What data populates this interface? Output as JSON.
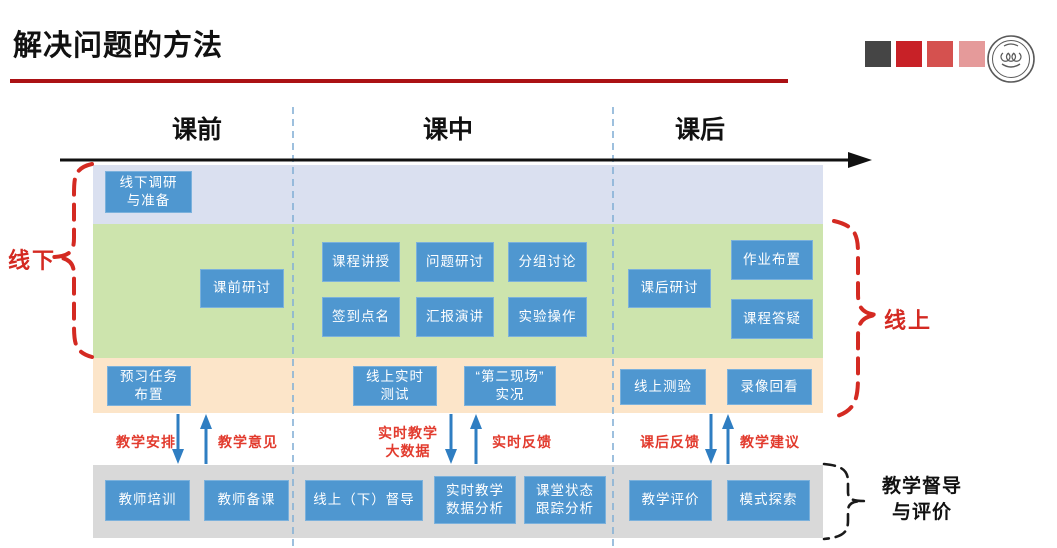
{
  "slide": {
    "title": "解决问题的方法",
    "decor_squares": [
      "#454545",
      "#c82127",
      "#d5514f",
      "#e59a9a"
    ],
    "logo_name": "university-seal"
  },
  "timeline": {
    "phases": [
      {
        "label": "课前"
      },
      {
        "label": "课中"
      },
      {
        "label": "课后"
      }
    ]
  },
  "row_labels": {
    "offline": "线下",
    "online": "线上",
    "supervision": "教学督导\n与评价"
  },
  "bands": {
    "prep": {
      "color": "#dae0f0",
      "boxes": [
        {
          "label": "线下调研\n与准备"
        }
      ]
    },
    "main": {
      "color": "#cde4ad",
      "boxes": [
        {
          "label": "课前研讨"
        },
        {
          "label": "课程讲授"
        },
        {
          "label": "问题研讨"
        },
        {
          "label": "分组讨论"
        },
        {
          "label": "签到点名"
        },
        {
          "label": "汇报演讲"
        },
        {
          "label": "实验操作"
        },
        {
          "label": "课后研讨"
        },
        {
          "label": "作业布置"
        },
        {
          "label": "课程答疑"
        }
      ]
    },
    "online": {
      "color": "#fce5c9",
      "boxes": [
        {
          "label": "预习任务\n布置"
        },
        {
          "label": "线上实时\n测试"
        },
        {
          "label": "“第二现场”\n实况"
        },
        {
          "label": "线上测验"
        },
        {
          "label": "录像回看"
        }
      ]
    },
    "supervision": {
      "color": "#d9d9d9",
      "boxes": [
        {
          "label": "教师培训"
        },
        {
          "label": "教师备课"
        },
        {
          "label": "线上（下）督导"
        },
        {
          "label": "实时教学\n数据分析"
        },
        {
          "label": "课堂状态\n跟踪分析"
        },
        {
          "label": "教学评价"
        },
        {
          "label": "模式探索"
        }
      ]
    }
  },
  "feedback_labels": [
    {
      "label": "教学安排"
    },
    {
      "label": "教学意见"
    },
    {
      "label": "实时教学\n大数据"
    },
    {
      "label": "实时反馈"
    },
    {
      "label": "课后反馈"
    },
    {
      "label": "教学建议"
    }
  ],
  "colors": {
    "box_blue": "#4f97d0",
    "accent_red": "#d42a22",
    "arrow_blue": "#2f7ec2",
    "divider_blue": "#85b1d6",
    "title_rule_red": "#ab1114"
  }
}
